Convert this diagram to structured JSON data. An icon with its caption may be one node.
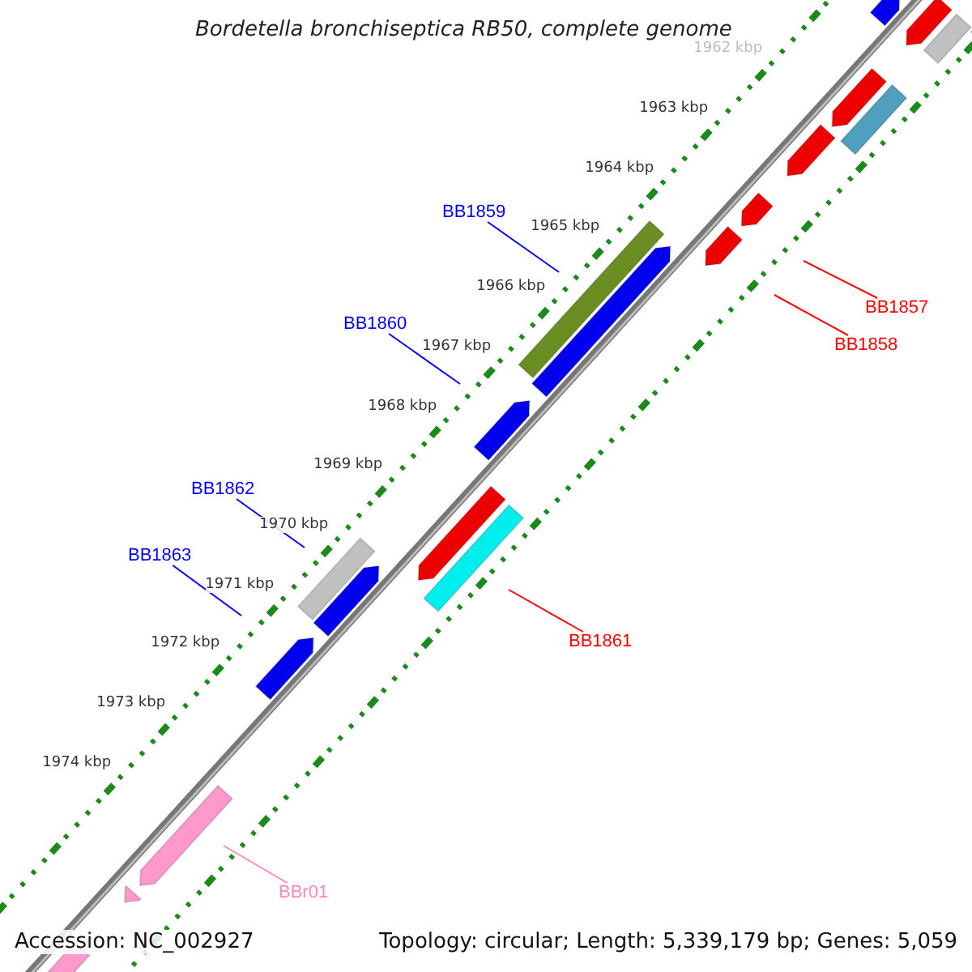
{
  "diagram": {
    "title": "Bordetella bronchiseptica RB50, complete genome",
    "nodes": [
      {
        "text": [
          "BB1859"
        ]
      },
      {
        "text": [
          "BB1857"
        ]
      },
      {
        "text": [
          "BB1860"
        ]
      },
      {
        "text": [
          "BB1858"
        ]
      },
      {
        "text": [
          "BB1862"
        ]
      },
      {
        "text": [
          "BB1863"
        ]
      },
      {
        "text": [
          "BB1861"
        ]
      },
      {
        "text": [
          "BBr01"
        ]
      }
    ],
    "edges": [
      {
        "from": 0,
        "to": null,
        "arrow": "none"
      },
      {
        "from": 1,
        "to": null,
        "arrow": "none",
        "color": "#ff0000"
      },
      {
        "from": 2,
        "to": null,
        "arrow": "none"
      },
      {
        "from": 3,
        "to": null,
        "arrow": "none",
        "color": "#ff0000"
      },
      {
        "from": 4,
        "to": null,
        "arrow": "none"
      },
      {
        "from": 5,
        "to": null,
        "arrow": "none"
      },
      {
        "from": 6,
        "to": null,
        "arrow": "none",
        "color": "#ff0000"
      },
      {
        "from": 7,
        "to": null,
        "arrow": "none",
        "color": "#ff88bb"
      }
    ],
    "labels": [
      "1962 kbp",
      "1963 kbp",
      "1964 kbp",
      "1965 kbp",
      "1966 kbp",
      "1967 kbp",
      "1968 kbp",
      "1969 kbp",
      "1970 kbp",
      "1971 kbp",
      "1972 kbp",
      "1973 kbp",
      "1974 kbp",
      "Accession: NC_002927",
      "Topology: circular; Length: 5,339,179 bp; Genes: 5,059"
    ]
  }
}
